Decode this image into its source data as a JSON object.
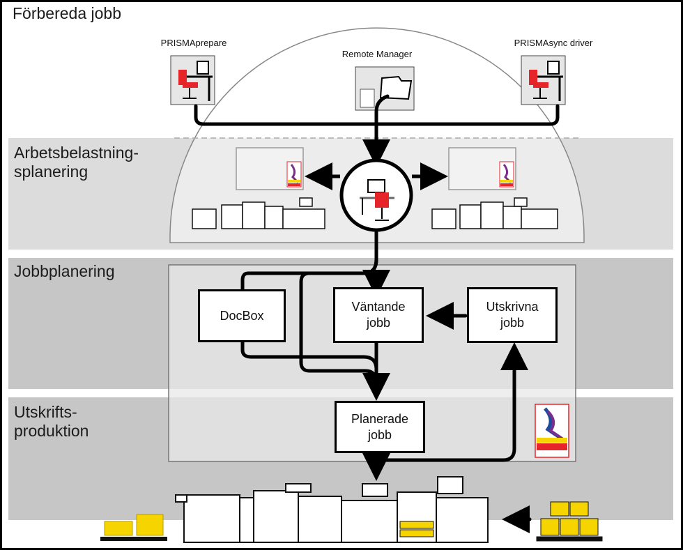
{
  "title": "Förbereda jobb",
  "bands": {
    "workload": "Arbetsbelastning-\nsplanering",
    "jobplanning": "Jobbplanering",
    "production": "Utskrifts-\nproduktion"
  },
  "sources": {
    "prepare": "PRISMAprepare",
    "remote": "Remote Manager",
    "driver": "PRISMAsync driver"
  },
  "boxes": {
    "docbox": "DocBox",
    "waiting": "Väntande\njobb",
    "printed": "Utskrivna\njobb",
    "scheduled": "Planerade\njobb"
  },
  "logo_text": "PRISMAsync",
  "colors": {
    "accent_red": "#e5252a",
    "paper_yellow": "#f5d400",
    "band_gray_light": "#dcdcdc",
    "band_gray_dark": "#c4c4c4"
  }
}
